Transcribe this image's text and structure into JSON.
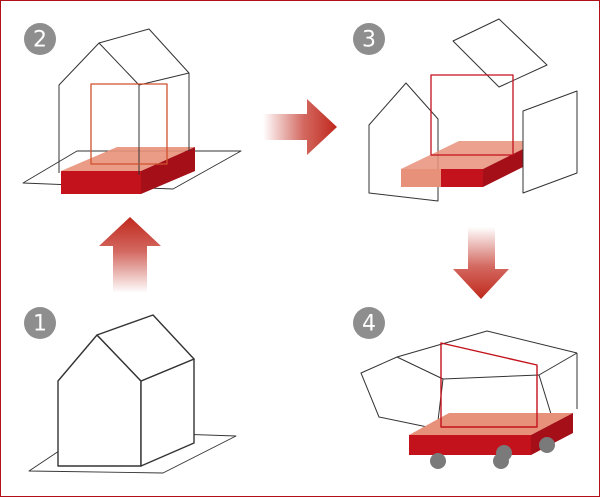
{
  "colors": {
    "frame": "#b0121b",
    "badge": "#8e8e8e",
    "badge_text": "#ffffff",
    "outline": "#333333",
    "floor_top": "#e8917a",
    "floor_side": "#c3121c",
    "arrow": "#c0281c",
    "wheel": "#7a7a7a"
  },
  "steps": [
    {
      "label": "1"
    },
    {
      "label": "2"
    },
    {
      "label": "3"
    },
    {
      "label": "4"
    }
  ]
}
